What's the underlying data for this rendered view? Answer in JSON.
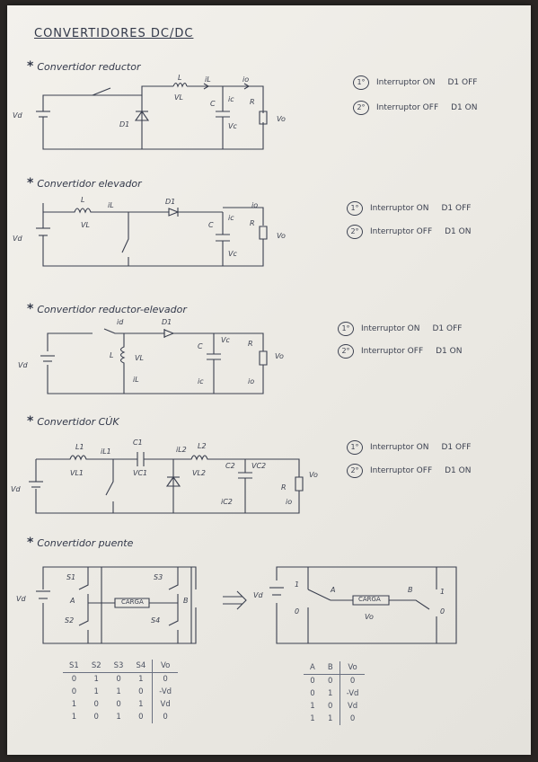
{
  "title": "CONVERTIDORES DC/DC",
  "states": {
    "s1": "1°",
    "s2": "2°",
    "on_off": "Interruptor ON",
    "off_on": "Interruptor OFF",
    "d1_off": "D1 OFF",
    "d1_on": "D1 ON"
  },
  "sections": [
    {
      "heading": "Convertidor reductor",
      "labels": {
        "vd": "Vd",
        "l": "L",
        "il": "iL",
        "ic": "ic",
        "io": "io",
        "vl": "VL",
        "c": "C",
        "r": "R",
        "d1": "D1",
        "vc": "Vc",
        "vo": "Vo"
      }
    },
    {
      "heading": "Convertidor elevador",
      "labels": {
        "vd": "Vd",
        "l": "L",
        "il": "iL",
        "d1": "D1",
        "ic": "ic",
        "io": "io",
        "vl": "VL",
        "c": "C",
        "r": "R",
        "vc": "Vc",
        "vo": "Vo"
      }
    },
    {
      "heading": "Convertidor reductor-elevador",
      "labels": {
        "vd": "Vd",
        "id": "id",
        "d1": "D1",
        "l": "L",
        "vl": "VL",
        "il": "iL",
        "c": "C",
        "vc": "Vc",
        "ic": "ic",
        "r": "R",
        "io": "io",
        "vo": "Vo"
      }
    },
    {
      "heading": "Convertidor CÚK",
      "labels": {
        "vd": "Vd",
        "l1": "L1",
        "i1": "iL1",
        "c1": "C1",
        "l2": "L2",
        "i2": "iL2",
        "vl1": "VL1",
        "vc1": "VC1",
        "vl2": "VL2",
        "c2": "C2",
        "vc2": "VC2",
        "ic2": "iC2",
        "r": "R",
        "io": "io",
        "vo": "Vo"
      }
    },
    {
      "heading": "Convertidor puente",
      "labels": {
        "vd": "Vd",
        "s1": "S1",
        "s2": "S2",
        "s3": "S3",
        "s4": "S4",
        "a": "A",
        "b": "B",
        "carga": "CARGA",
        "vd2": "Vd",
        "one_a": "1",
        "zero_a": "0",
        "a2": "A",
        "b2": "B",
        "carga2": "CARGA",
        "vo": "Vo",
        "one_b": "1",
        "zero_b": "0"
      }
    }
  ],
  "table1": {
    "headers": [
      "S1",
      "S2",
      "S3",
      "S4",
      "Vo"
    ],
    "rows": [
      [
        "0",
        "1",
        "0",
        "1",
        "0"
      ],
      [
        "0",
        "1",
        "1",
        "0",
        "-Vd"
      ],
      [
        "1",
        "0",
        "0",
        "1",
        "Vd"
      ],
      [
        "1",
        "0",
        "1",
        "0",
        "0"
      ]
    ]
  },
  "table2": {
    "headers": [
      "A",
      "B",
      "Vo"
    ],
    "rows": [
      [
        "0",
        "0",
        "0"
      ],
      [
        "0",
        "1",
        "-Vd"
      ],
      [
        "1",
        "0",
        "Vd"
      ],
      [
        "1",
        "1",
        "0"
      ]
    ]
  }
}
